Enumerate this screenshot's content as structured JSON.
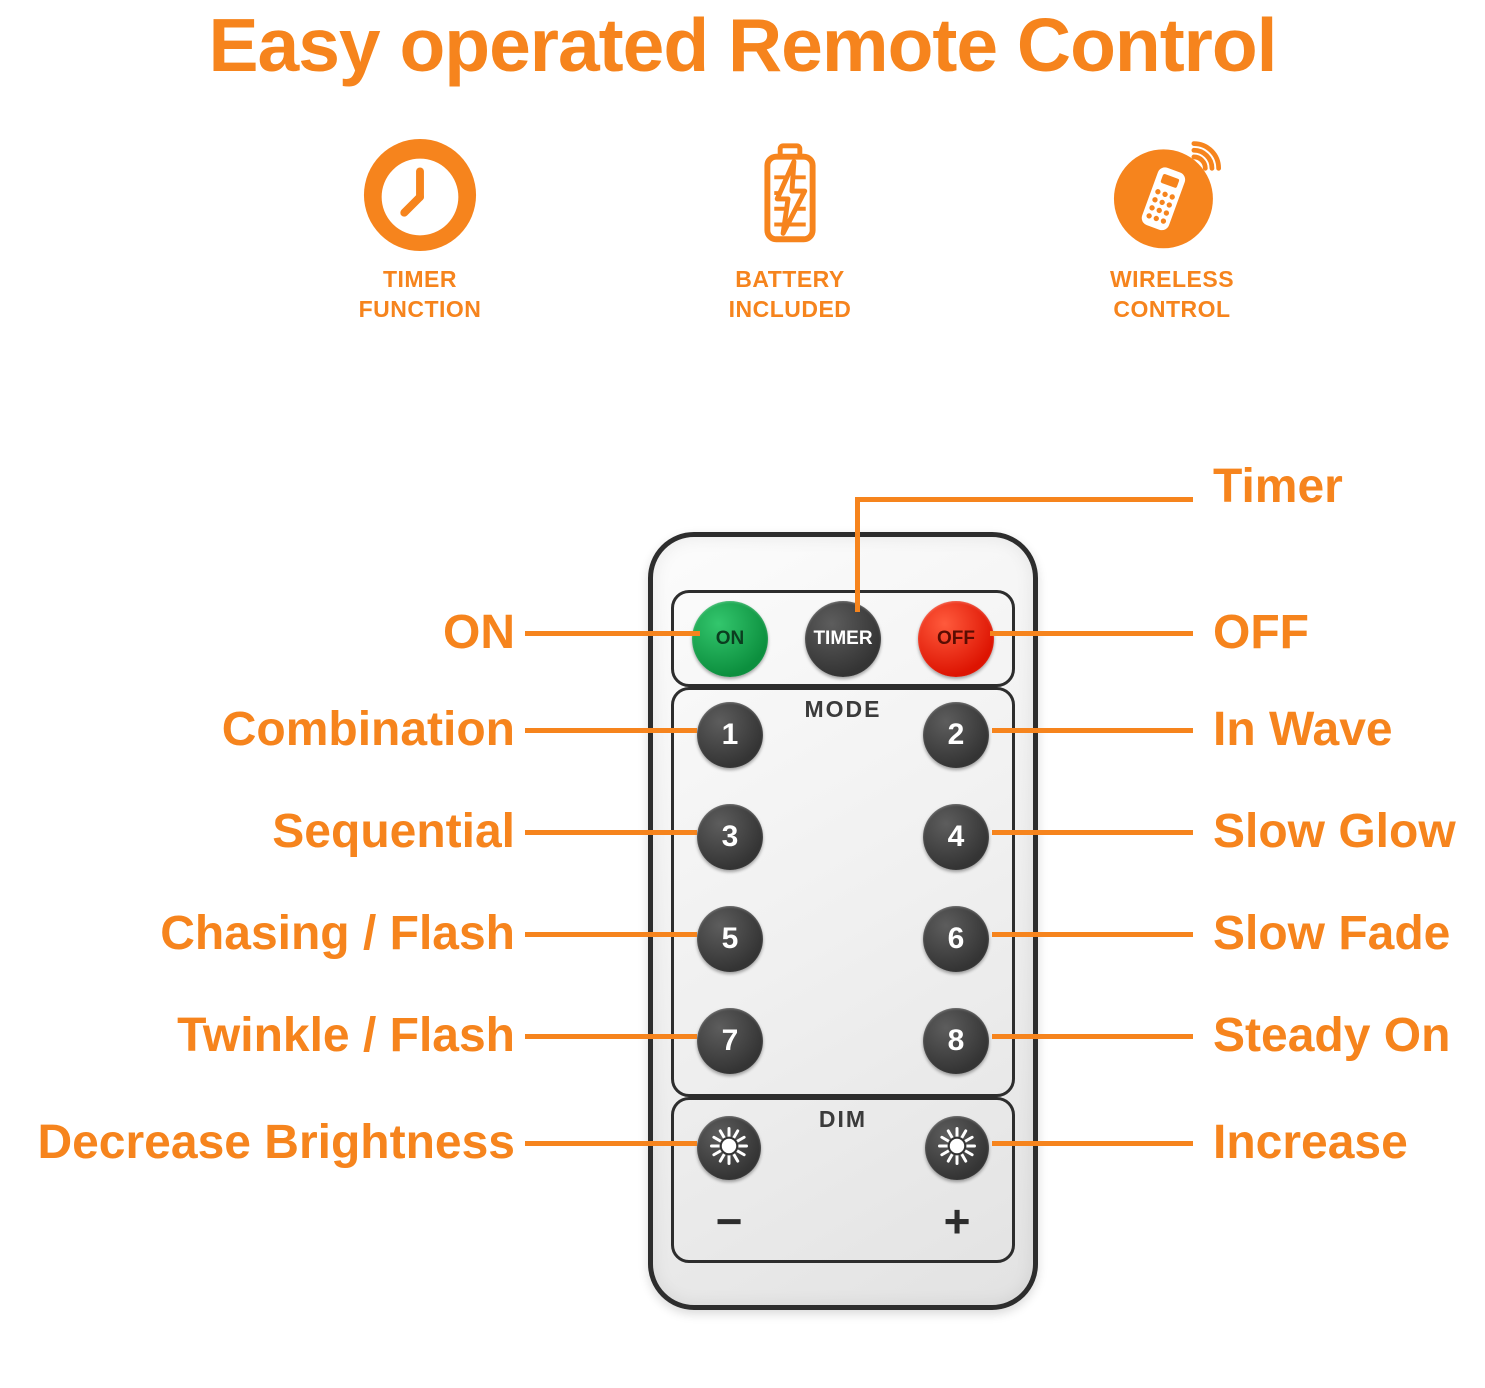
{
  "title": "Easy operated Remote Control",
  "colors": {
    "accent_orange": "#F6841D",
    "on_green": "#0c8f3e",
    "off_red": "#dd1402",
    "button_dark": "#343434",
    "remote_border": "#2d2d2d"
  },
  "features": [
    {
      "icon": "clock-icon",
      "line1": "TIMER",
      "line2": "FUNCTION"
    },
    {
      "icon": "battery-icon",
      "line1": "BATTERY",
      "line2": "INCLUDED"
    },
    {
      "icon": "remote-icon",
      "line1": "WIRELESS",
      "line2": "CONTROL"
    }
  ],
  "remote": {
    "on_button": "ON",
    "timer_button": "TIMER",
    "off_button": "OFF",
    "mode_section_label": "MODE",
    "mode_buttons": [
      "1",
      "2",
      "3",
      "4",
      "5",
      "6",
      "7",
      "8"
    ],
    "dim_section_label": "DIM",
    "dim_decrease_symbol": "−",
    "dim_increase_symbol": "+"
  },
  "annotations": {
    "timer": "Timer",
    "on": "ON",
    "off": "OFF",
    "combination": "Combination",
    "in_wave": "In Wave",
    "sequential": "Sequential",
    "slow_glow": "Slow Glow",
    "chasing_flash": "Chasing / Flash",
    "slow_fade": "Slow Fade",
    "twinkle_flash": "Twinkle / Flash",
    "steady_on": "Steady On",
    "decrease_brightness": "Decrease Brightness",
    "increase": "Increase"
  }
}
